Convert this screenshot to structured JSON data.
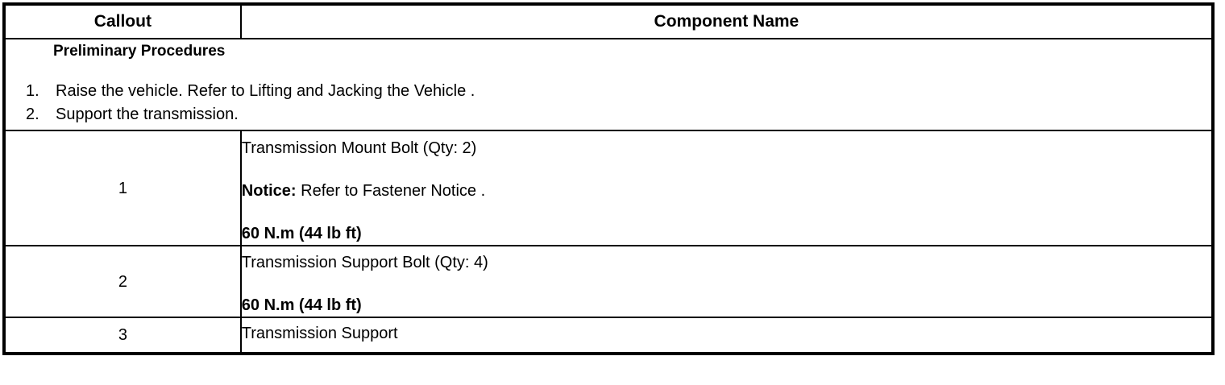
{
  "table": {
    "headers": {
      "callout": "Callout",
      "component_name": "Component Name"
    },
    "preliminary": {
      "title": "Preliminary Procedures",
      "steps": [
        {
          "number": "1.",
          "text": "Raise the vehicle. Refer to Lifting and Jacking the Vehicle ."
        },
        {
          "number": "2.",
          "text": "Support the transmission."
        }
      ]
    },
    "rows": [
      {
        "callout": "1",
        "name": "Transmission Mount Bolt (Qty: 2)",
        "notice_label": "Notice:",
        "notice_text": " Refer to Fastener Notice .",
        "torque": "60 N.m (44 lb ft)"
      },
      {
        "callout": "2",
        "name": "Transmission Support Bolt (Qty: 4)",
        "torque": "60 N.m (44 lb ft)"
      },
      {
        "callout": "3",
        "name": "Transmission Support"
      }
    ]
  }
}
